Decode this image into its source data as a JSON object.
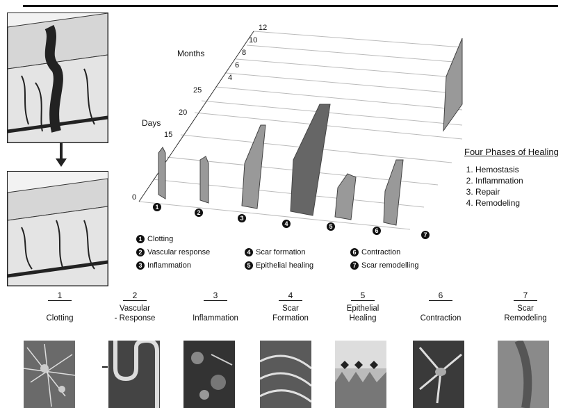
{
  "chart": {
    "months_label": "Months",
    "days_label": "Days",
    "months_ticks": [
      "12",
      "10",
      "8",
      "6",
      "4"
    ],
    "days_ticks": [
      "25",
      "20",
      "15",
      "0"
    ],
    "bar_numbers": [
      "1",
      "2",
      "3",
      "4",
      "5",
      "6",
      "7"
    ]
  },
  "legend": [
    {
      "num": "1",
      "label": "Clotting"
    },
    {
      "num": "2",
      "label": "Vascular response"
    },
    {
      "num": "3",
      "label": "Inflammation"
    },
    {
      "num": "4",
      "label": "Scar formation"
    },
    {
      "num": "5",
      "label": "Epithelial healing"
    },
    {
      "num": "6",
      "label": "Contraction"
    },
    {
      "num": "7",
      "label": "Scar remodelling"
    }
  ],
  "phases": {
    "title": "Four Phases of Healing",
    "items": [
      "Hemostasis",
      "Inflammation",
      "Repair",
      "Remodeling"
    ]
  },
  "stages": [
    {
      "num": "1",
      "name": "Clotting"
    },
    {
      "num": "2",
      "name": "Vascular\n- Response"
    },
    {
      "num": "3",
      "name": "Inflammation"
    },
    {
      "num": "4",
      "name": "Scar\nFormation"
    },
    {
      "num": "5",
      "name": "Epithelial\nHealing"
    },
    {
      "num": "6",
      "name": "Contraction"
    },
    {
      "num": "7",
      "name": "Scar\nRemodeling"
    }
  ]
}
